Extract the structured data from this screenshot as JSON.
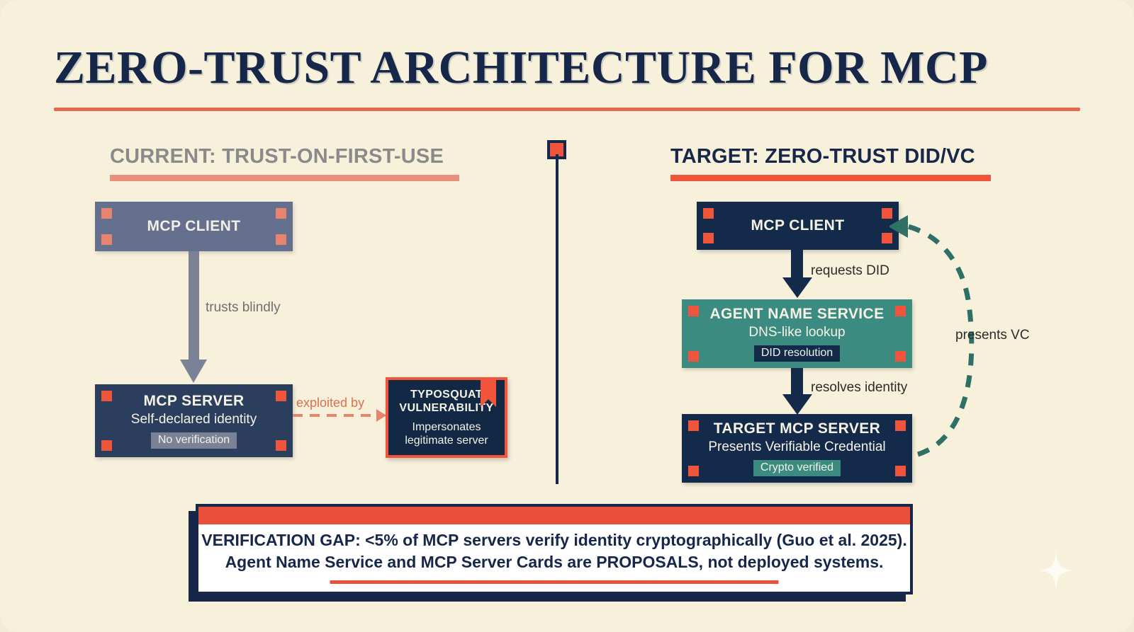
{
  "page": {
    "title": "ZERO-TRUST ARCHITECTURE FOR MCP",
    "background_color": "#f7f1dc",
    "accent_red": "#f0543a",
    "accent_navy": "#17274a",
    "accent_teal": "#3b8b80"
  },
  "columns": {
    "left": {
      "heading": "CURRENT: TRUST-ON-FIRST-USE",
      "heading_color": "#8a8a8a",
      "rule_color": "#e8917c",
      "client": {
        "title": "MCP CLIENT",
        "fill": "#64708e"
      },
      "flow_label": "trusts blindly",
      "server": {
        "title": "MCP SERVER",
        "subtitle": "Self-declared identity",
        "tag": "No verification",
        "fill": "#2c3e5e"
      },
      "exploit_label": "exploited by",
      "threat": {
        "title_line1": "TYPOSQUAT",
        "title_line2": "VULNERABILITY",
        "sub_line1": "Impersonates",
        "sub_line2": "legitimate server",
        "fill": "#122845",
        "border": "#f0543a"
      }
    },
    "right": {
      "heading": "TARGET: ZERO-TRUST DID/VC",
      "heading_color": "#17274a",
      "rule_color": "#f0543a",
      "client": {
        "title": "MCP CLIENT",
        "fill": "#132a4a"
      },
      "flow_label_1": "requests DID",
      "ans": {
        "title": "AGENT NAME SERVICE",
        "subtitle": "DNS-like lookup",
        "tag": "DID resolution",
        "fill": "#3b8b80"
      },
      "flow_label_2": "resolves identity",
      "server": {
        "title": "TARGET MCP SERVER",
        "subtitle": "Presents Verifiable Credential",
        "tag": "Crypto verified",
        "fill": "#132a4a"
      },
      "return_label": "presents VC"
    }
  },
  "callout": {
    "line1": "VERIFICATION GAP: <5% of MCP servers verify identity cryptographically (Guo et al. 2025).",
    "line2": "Agent Name Service and MCP Server Cards are PROPOSALS, not deployed systems.",
    "bar_color": "#e8503c",
    "border_color": "#17274a"
  },
  "decoration": {
    "divider_node_color": "#f0543a",
    "sparkle": "four-point-star"
  }
}
